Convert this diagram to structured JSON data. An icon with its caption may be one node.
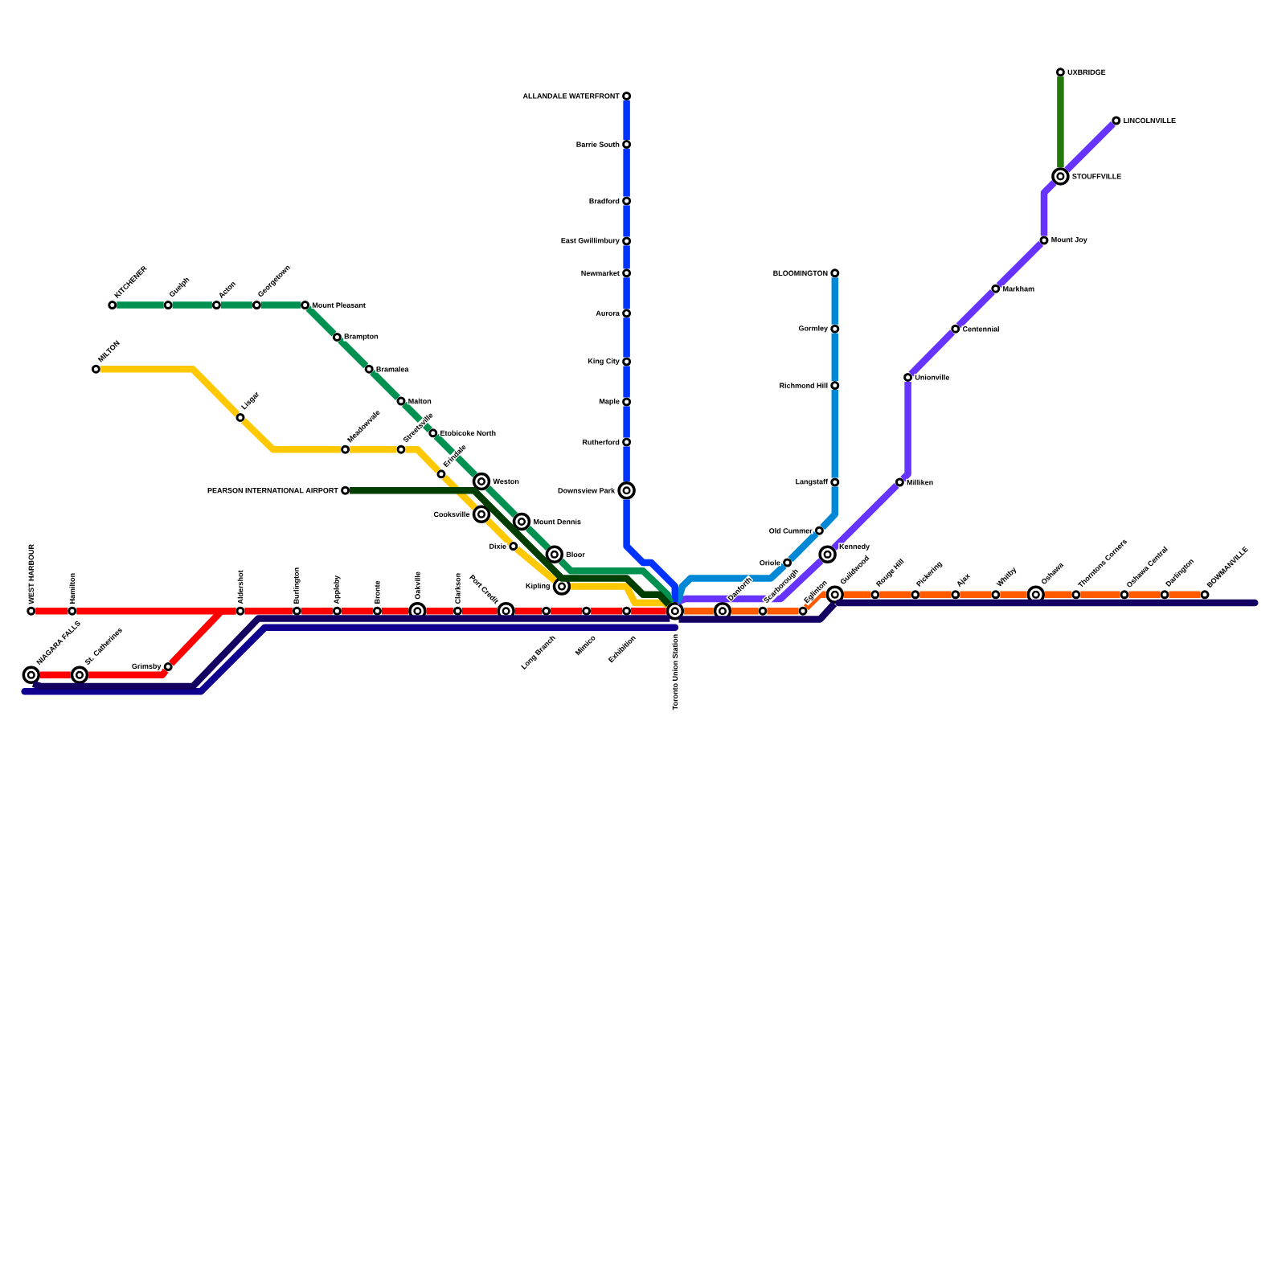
{
  "diagram": {
    "nodes": [
      {
        "text": [],
        "shape": "circle",
        "beside": [
          "WEST HARBOUR"
        ]
      },
      {
        "text": [],
        "shape": "circle",
        "beside": [
          "Hamilton"
        ]
      },
      {
        "text": [],
        "shape": "double-circle",
        "beside": [
          "NIAGARA FALLS"
        ]
      },
      {
        "text": [],
        "shape": "double-circle",
        "beside": [
          "St. Catherines"
        ]
      },
      {
        "text": [],
        "shape": "circle",
        "beside": [
          "Grimsby"
        ]
      },
      {
        "text": [],
        "shape": "circle",
        "beside": [
          "Aldershot"
        ]
      },
      {
        "text": [],
        "shape": "circle",
        "beside": [
          "Burlington"
        ]
      },
      {
        "text": [],
        "shape": "circle",
        "beside": [
          "Appleby"
        ]
      },
      {
        "text": [],
        "shape": "circle",
        "beside": [
          "Bronte"
        ]
      },
      {
        "text": [],
        "shape": "double-circle",
        "beside": [
          "Oakville"
        ]
      },
      {
        "text": [],
        "shape": "circle",
        "beside": [
          "Clarkson"
        ]
      },
      {
        "text": [],
        "shape": "double-circle",
        "beside": [
          "Port Credit"
        ]
      },
      {
        "text": [],
        "shape": "circle",
        "beside": [
          "Long Branch"
        ]
      },
      {
        "text": [],
        "shape": "circle",
        "beside": [
          "Mimico"
        ]
      },
      {
        "text": [],
        "shape": "circle",
        "beside": [
          "Exhibition"
        ]
      },
      {
        "text": [],
        "shape": "double-circle",
        "beside": [
          "Toronto Union Station"
        ]
      },
      {
        "text": [],
        "shape": "double-circle",
        "beside": [
          "Danforth"
        ]
      },
      {
        "text": [],
        "shape": "circle",
        "beside": [
          "Scarborough"
        ]
      },
      {
        "text": [],
        "shape": "circle",
        "beside": [
          "Eglinton"
        ]
      },
      {
        "text": [],
        "shape": "double-circle",
        "beside": [
          "Guildwood"
        ]
      },
      {
        "text": [],
        "shape": "circle",
        "beside": [
          "Rouge Hill"
        ]
      },
      {
        "text": [],
        "shape": "circle",
        "beside": [
          "Pickering"
        ]
      },
      {
        "text": [],
        "shape": "circle",
        "beside": [
          "Ajax"
        ]
      },
      {
        "text": [],
        "shape": "circle",
        "beside": [
          "Whitby"
        ]
      },
      {
        "text": [],
        "shape": "double-circle",
        "beside": [
          "Oshawa"
        ]
      },
      {
        "text": [],
        "shape": "circle",
        "beside": [
          "Thorntons Corners"
        ]
      },
      {
        "text": [],
        "shape": "circle",
        "beside": [
          "Oshawa Central"
        ]
      },
      {
        "text": [],
        "shape": "circle",
        "beside": [
          "Darlington"
        ]
      },
      {
        "text": [],
        "shape": "circle",
        "beside": [
          "BOWMANVILLE"
        ]
      },
      {
        "text": [],
        "shape": "double-circle",
        "beside": [
          "Kennedy"
        ]
      },
      {
        "text": [],
        "shape": "circle",
        "beside": [
          "Milliken"
        ]
      },
      {
        "text": [],
        "shape": "circle",
        "beside": [
          "Unionville"
        ]
      },
      {
        "text": [],
        "shape": "circle",
        "beside": [
          "Centennial"
        ]
      },
      {
        "text": [],
        "shape": "circle",
        "beside": [
          "Markham"
        ]
      },
      {
        "text": [],
        "shape": "circle",
        "beside": [
          "Mount Joy"
        ]
      },
      {
        "text": [],
        "shape": "double-circle",
        "beside": [
          "STOUFFVILLE"
        ]
      },
      {
        "text": [],
        "shape": "circle",
        "beside": [
          "LINCOLNVILLE"
        ]
      },
      {
        "text": [],
        "shape": "circle",
        "beside": [
          "UXBRIDGE"
        ]
      },
      {
        "text": [],
        "shape": "circle",
        "beside": [
          "Oriole"
        ]
      },
      {
        "text": [],
        "shape": "circle",
        "beside": [
          "Old Cummer"
        ]
      },
      {
        "text": [],
        "shape": "circle",
        "beside": [
          "Langstaff"
        ]
      },
      {
        "text": [],
        "shape": "circle",
        "beside": [
          "Richmond Hill"
        ]
      },
      {
        "text": [],
        "shape": "circle",
        "beside": [
          "Gormley"
        ]
      },
      {
        "text": [],
        "shape": "circle",
        "beside": [
          "BLOOMINGTON"
        ]
      },
      {
        "text": [],
        "shape": "circle",
        "beside": [
          "ALLANDALE WATERFRONT"
        ]
      },
      {
        "text": [],
        "shape": "circle",
        "beside": [
          "Barrie South"
        ]
      },
      {
        "text": [],
        "shape": "circle",
        "beside": [
          "Bradford"
        ]
      },
      {
        "text": [],
        "shape": "circle",
        "beside": [
          "East Gwillimbury"
        ]
      },
      {
        "text": [],
        "shape": "circle",
        "beside": [
          "Newmarket"
        ]
      },
      {
        "text": [],
        "shape": "circle",
        "beside": [
          "Aurora"
        ]
      },
      {
        "text": [],
        "shape": "circle",
        "beside": [
          "King City"
        ]
      },
      {
        "text": [],
        "shape": "circle",
        "beside": [
          "Maple"
        ]
      },
      {
        "text": [],
        "shape": "circle",
        "beside": [
          "Rutherford"
        ]
      },
      {
        "text": [],
        "shape": "double-circle",
        "beside": [
          "Downsview Park"
        ]
      },
      {
        "text": [],
        "shape": "circle",
        "beside": [
          "KITCHENER"
        ]
      },
      {
        "text": [],
        "shape": "circle",
        "beside": [
          "Guelph"
        ]
      },
      {
        "text": [],
        "shape": "circle",
        "beside": [
          "Acton"
        ]
      },
      {
        "text": [],
        "shape": "circle",
        "beside": [
          "Georgetown"
        ]
      },
      {
        "text": [],
        "shape": "circle",
        "beside": [
          "Mount Pleasant"
        ]
      },
      {
        "text": [],
        "shape": "circle",
        "beside": [
          "Brampton"
        ]
      },
      {
        "text": [],
        "shape": "circle",
        "beside": [
          "Bramalea"
        ]
      },
      {
        "text": [],
        "shape": "circle",
        "beside": [
          "Malton"
        ]
      },
      {
        "text": [],
        "shape": "circle",
        "beside": [
          "Etobicoke North"
        ]
      },
      {
        "text": [],
        "shape": "double-circle",
        "beside": [
          "Weston"
        ]
      },
      {
        "text": [],
        "shape": "double-circle",
        "beside": [
          "Mount Dennis"
        ]
      },
      {
        "text": [],
        "shape": "double-circle",
        "beside": [
          "Bloor"
        ]
      },
      {
        "text": [],
        "shape": "circle",
        "beside": [
          "MILTON"
        ]
      },
      {
        "text": [],
        "shape": "circle",
        "beside": [
          "Lisgar"
        ]
      },
      {
        "text": [],
        "shape": "circle",
        "beside": [
          "Meadowvale"
        ]
      },
      {
        "text": [],
        "shape": "circle",
        "beside": [
          "Streetsville"
        ]
      },
      {
        "text": [],
        "shape": "circle",
        "beside": [
          "Erindale"
        ]
      },
      {
        "text": [],
        "shape": "double-circle",
        "beside": [
          "Cooksville"
        ]
      },
      {
        "text": [],
        "shape": "circle",
        "beside": [
          "Dixie"
        ]
      },
      {
        "text": [],
        "shape": "double-circle",
        "beside": [
          "Kipling"
        ]
      },
      {
        "text": [],
        "shape": "circle",
        "beside": [
          "PEARSON INTERNATIONAL AIRPORT"
        ]
      }
    ],
    "edges": [
      {
        "from": 0,
        "to": 1,
        "arrow": "none",
        "color": "#ff0000"
      },
      {
        "from": 1,
        "to": 5,
        "arrow": "none",
        "color": "#ff0000"
      },
      {
        "from": 5,
        "to": 6,
        "arrow": "none",
        "color": "#ff0000"
      },
      {
        "from": 6,
        "to": 7,
        "arrow": "none",
        "color": "#ff0000"
      },
      {
        "from": 7,
        "to": 8,
        "arrow": "none",
        "color": "#ff0000"
      },
      {
        "from": 8,
        "to": 9,
        "arrow": "none",
        "color": "#ff0000"
      },
      {
        "from": 9,
        "to": 10,
        "arrow": "none",
        "color": "#ff0000"
      },
      {
        "from": 10,
        "to": 11,
        "arrow": "none",
        "color": "#ff0000"
      },
      {
        "from": 11,
        "to": 12,
        "arrow": "none",
        "color": "#ff0000"
      },
      {
        "from": 12,
        "to": 13,
        "arrow": "none",
        "color": "#ff0000"
      },
      {
        "from": 13,
        "to": 14,
        "arrow": "none",
        "color": "#ff0000"
      },
      {
        "from": 14,
        "to": 15,
        "arrow": "none",
        "color": "#ff0000"
      },
      {
        "from": 2,
        "to": 3,
        "arrow": "none",
        "color": "#ff0000"
      },
      {
        "from": 3,
        "to": 4,
        "arrow": "none",
        "color": "#ff0000"
      },
      {
        "from": 4,
        "to": 5,
        "arrow": "none",
        "color": "#ff0000"
      },
      {
        "from": 15,
        "to": 16,
        "arrow": "none",
        "color": "#ff5a00"
      },
      {
        "from": 16,
        "to": 17,
        "arrow": "none",
        "color": "#ff5a00"
      },
      {
        "from": 17,
        "to": 18,
        "arrow": "none",
        "color": "#ff5a00"
      },
      {
        "from": 18,
        "to": 19,
        "arrow": "none",
        "color": "#ff5a00"
      },
      {
        "from": 19,
        "to": 20,
        "arrow": "none",
        "color": "#ff5a00"
      },
      {
        "from": 20,
        "to": 21,
        "arrow": "none",
        "color": "#ff5a00"
      },
      {
        "from": 21,
        "to": 22,
        "arrow": "none",
        "color": "#ff5a00"
      },
      {
        "from": 22,
        "to": 23,
        "arrow": "none",
        "color": "#ff5a00"
      },
      {
        "from": 23,
        "to": 24,
        "arrow": "none",
        "color": "#ff5a00"
      },
      {
        "from": 24,
        "to": 25,
        "arrow": "none",
        "color": "#ff5a00"
      },
      {
        "from": 25,
        "to": 26,
        "arrow": "none",
        "color": "#ff5a00"
      },
      {
        "from": 26,
        "to": 27,
        "arrow": "none",
        "color": "#ff5a00"
      },
      {
        "from": 27,
        "to": 28,
        "arrow": "none",
        "color": "#ff5a00"
      },
      {
        "from": 15,
        "to": 29,
        "arrow": "none",
        "color": "#6633ff"
      },
      {
        "from": 29,
        "to": 30,
        "arrow": "none",
        "color": "#6633ff"
      },
      {
        "from": 30,
        "to": 31,
        "arrow": "none",
        "color": "#6633ff"
      },
      {
        "from": 31,
        "to": 32,
        "arrow": "none",
        "color": "#6633ff"
      },
      {
        "from": 32,
        "to": 33,
        "arrow": "none",
        "color": "#6633ff"
      },
      {
        "from": 33,
        "to": 34,
        "arrow": "none",
        "color": "#6633ff"
      },
      {
        "from": 34,
        "to": 35,
        "arrow": "none",
        "color": "#6633ff"
      },
      {
        "from": 35,
        "to": 36,
        "arrow": "none",
        "color": "#6633ff"
      },
      {
        "from": 37,
        "to": 35,
        "arrow": "none",
        "color": "#237a0a"
      },
      {
        "from": 15,
        "to": 38,
        "arrow": "none",
        "color": "#0088d6"
      },
      {
        "from": 38,
        "to": 39,
        "arrow": "none",
        "color": "#0088d6"
      },
      {
        "from": 39,
        "to": 40,
        "arrow": "none",
        "color": "#0088d6"
      },
      {
        "from": 40,
        "to": 41,
        "arrow": "none",
        "color": "#0088d6"
      },
      {
        "from": 41,
        "to": 42,
        "arrow": "none",
        "color": "#0088d6"
      },
      {
        "from": 42,
        "to": 43,
        "arrow": "none",
        "color": "#0088d6"
      },
      {
        "from": 44,
        "to": 45,
        "arrow": "none",
        "color": "#0033ff"
      },
      {
        "from": 45,
        "to": 46,
        "arrow": "none",
        "color": "#0033ff"
      },
      {
        "from": 46,
        "to": 47,
        "arrow": "none",
        "color": "#0033ff"
      },
      {
        "from": 47,
        "to": 48,
        "arrow": "none",
        "color": "#0033ff"
      },
      {
        "from": 48,
        "to": 49,
        "arrow": "none",
        "color": "#0033ff"
      },
      {
        "from": 49,
        "to": 50,
        "arrow": "none",
        "color": "#0033ff"
      },
      {
        "from": 50,
        "to": 51,
        "arrow": "none",
        "color": "#0033ff"
      },
      {
        "from": 51,
        "to": 52,
        "arrow": "none",
        "color": "#0033ff"
      },
      {
        "from": 52,
        "to": 53,
        "arrow": "none",
        "color": "#0033ff"
      },
      {
        "from": 53,
        "to": 15,
        "arrow": "none",
        "color": "#0033ff"
      },
      {
        "from": 54,
        "to": 55,
        "arrow": "none",
        "color": "#009150"
      },
      {
        "from": 55,
        "to": 56,
        "arrow": "none",
        "color": "#009150"
      },
      {
        "from": 56,
        "to": 57,
        "arrow": "none",
        "color": "#009150"
      },
      {
        "from": 57,
        "to": 58,
        "arrow": "none",
        "color": "#009150"
      },
      {
        "from": 58,
        "to": 59,
        "arrow": "none",
        "color": "#009150"
      },
      {
        "from": 59,
        "to": 60,
        "arrow": "none",
        "color": "#009150"
      },
      {
        "from": 60,
        "to": 61,
        "arrow": "none",
        "color": "#009150"
      },
      {
        "from": 61,
        "to": 62,
        "arrow": "none",
        "color": "#009150"
      },
      {
        "from": 62,
        "to": 63,
        "arrow": "none",
        "color": "#009150"
      },
      {
        "from": 63,
        "to": 64,
        "arrow": "none",
        "color": "#009150"
      },
      {
        "from": 64,
        "to": 65,
        "arrow": "none",
        "color": "#009150"
      },
      {
        "from": 65,
        "to": 15,
        "arrow": "none",
        "color": "#009150"
      },
      {
        "from": 66,
        "to": 67,
        "arrow": "none",
        "color": "#ffc800"
      },
      {
        "from": 67,
        "to": 68,
        "arrow": "none",
        "color": "#ffc800"
      },
      {
        "from": 68,
        "to": 69,
        "arrow": "none",
        "color": "#ffc800"
      },
      {
        "from": 69,
        "to": 70,
        "arrow": "none",
        "color": "#ffc800"
      },
      {
        "from": 70,
        "to": 71,
        "arrow": "none",
        "color": "#ffc800"
      },
      {
        "from": 71,
        "to": 72,
        "arrow": "none",
        "color": "#ffc800"
      },
      {
        "from": 72,
        "to": 73,
        "arrow": "none",
        "color": "#ffc800"
      },
      {
        "from": 73,
        "to": 15,
        "arrow": "none",
        "color": "#ffc800"
      },
      {
        "from": 74,
        "to": 15,
        "arrow": "none",
        "color": "#003d00"
      },
      {
        "from": 2,
        "to": 15,
        "arrow": "none",
        "color": "#130060"
      },
      {
        "from": 15,
        "to": 19,
        "arrow": "none",
        "color": "#130060"
      },
      {
        "from": 19,
        "to": null,
        "arrow": "none",
        "color": "#130060"
      }
    ]
  }
}
